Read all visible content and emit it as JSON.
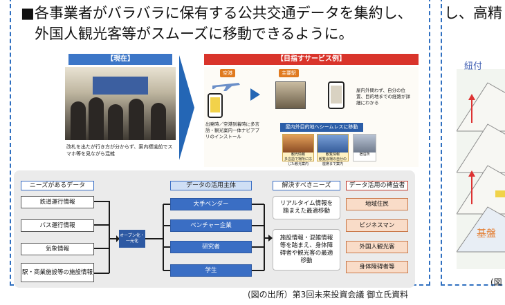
{
  "headline": {
    "line1": "■各事業者がバラバラに保有する公共交通データを集約し、",
    "line2": "外国人観光客等がスムーズに移動できるように。"
  },
  "right_headline": "し、高精",
  "illustration": {
    "current_label": "【現在】",
    "goal_label": "【目指すサービス例】",
    "current_caption": "改札を出たが行き方が分からず、案内標識前でスマホ等を見ながら混雑",
    "tag_airport": "空港",
    "tag_station": "主要駅",
    "phone_text": "出発時／空港到着時に多言語・観光案内一体ナビアプリのインストール",
    "indoor_text": "屋内外問わず、自分の位置、目的地までの経路が詳細にわかる",
    "seamless_banner": "屋内外目的地へシームレスに移動",
    "tiles": [
      {
        "title": "観光情報",
        "text": "多言語で場所に応じた観光案内"
      },
      {
        "title": "観覧情報",
        "text": "観覧会場の自分の座席まで案内"
      },
      {
        "title": "宿泊所",
        "text": ""
      }
    ]
  },
  "diagram": {
    "headers": {
      "needs": "ニーズがあるデータ",
      "actors": "データの活用主体",
      "issues": "解決すべきニーズ",
      "beneficiaries": "データ活用の裨益者"
    },
    "needs_data": [
      "鉄道運行情報",
      "バス運行情報",
      "気象情報",
      "駅・商業施設等の施設情報"
    ],
    "center": "オープン化・一元化",
    "actors": [
      "大手ベンダー",
      "ベンチャー企業",
      "研究者",
      "学生"
    ],
    "issues": [
      "リアルタイム情報を踏まえた最適移動",
      "施設情報・混雑情報等を踏まえ、身体障碍者や観光客の最適移動"
    ],
    "beneficiaries": [
      "地域住民",
      "ビジネスマン",
      "外国人観光客",
      "身体障碍者等"
    ]
  },
  "source_note": "(図の出所）第3回未来投資会議 御立氏資料",
  "right_panel": {
    "label_top": "紐付",
    "label_base": "基盤",
    "source_fragment": "(図"
  },
  "colors": {
    "border_dash": "#2f6fc0",
    "actor_blue": "#3a6ec4",
    "beneficiary_fill": "#f9dcc8",
    "goal_red": "#d9342b"
  }
}
